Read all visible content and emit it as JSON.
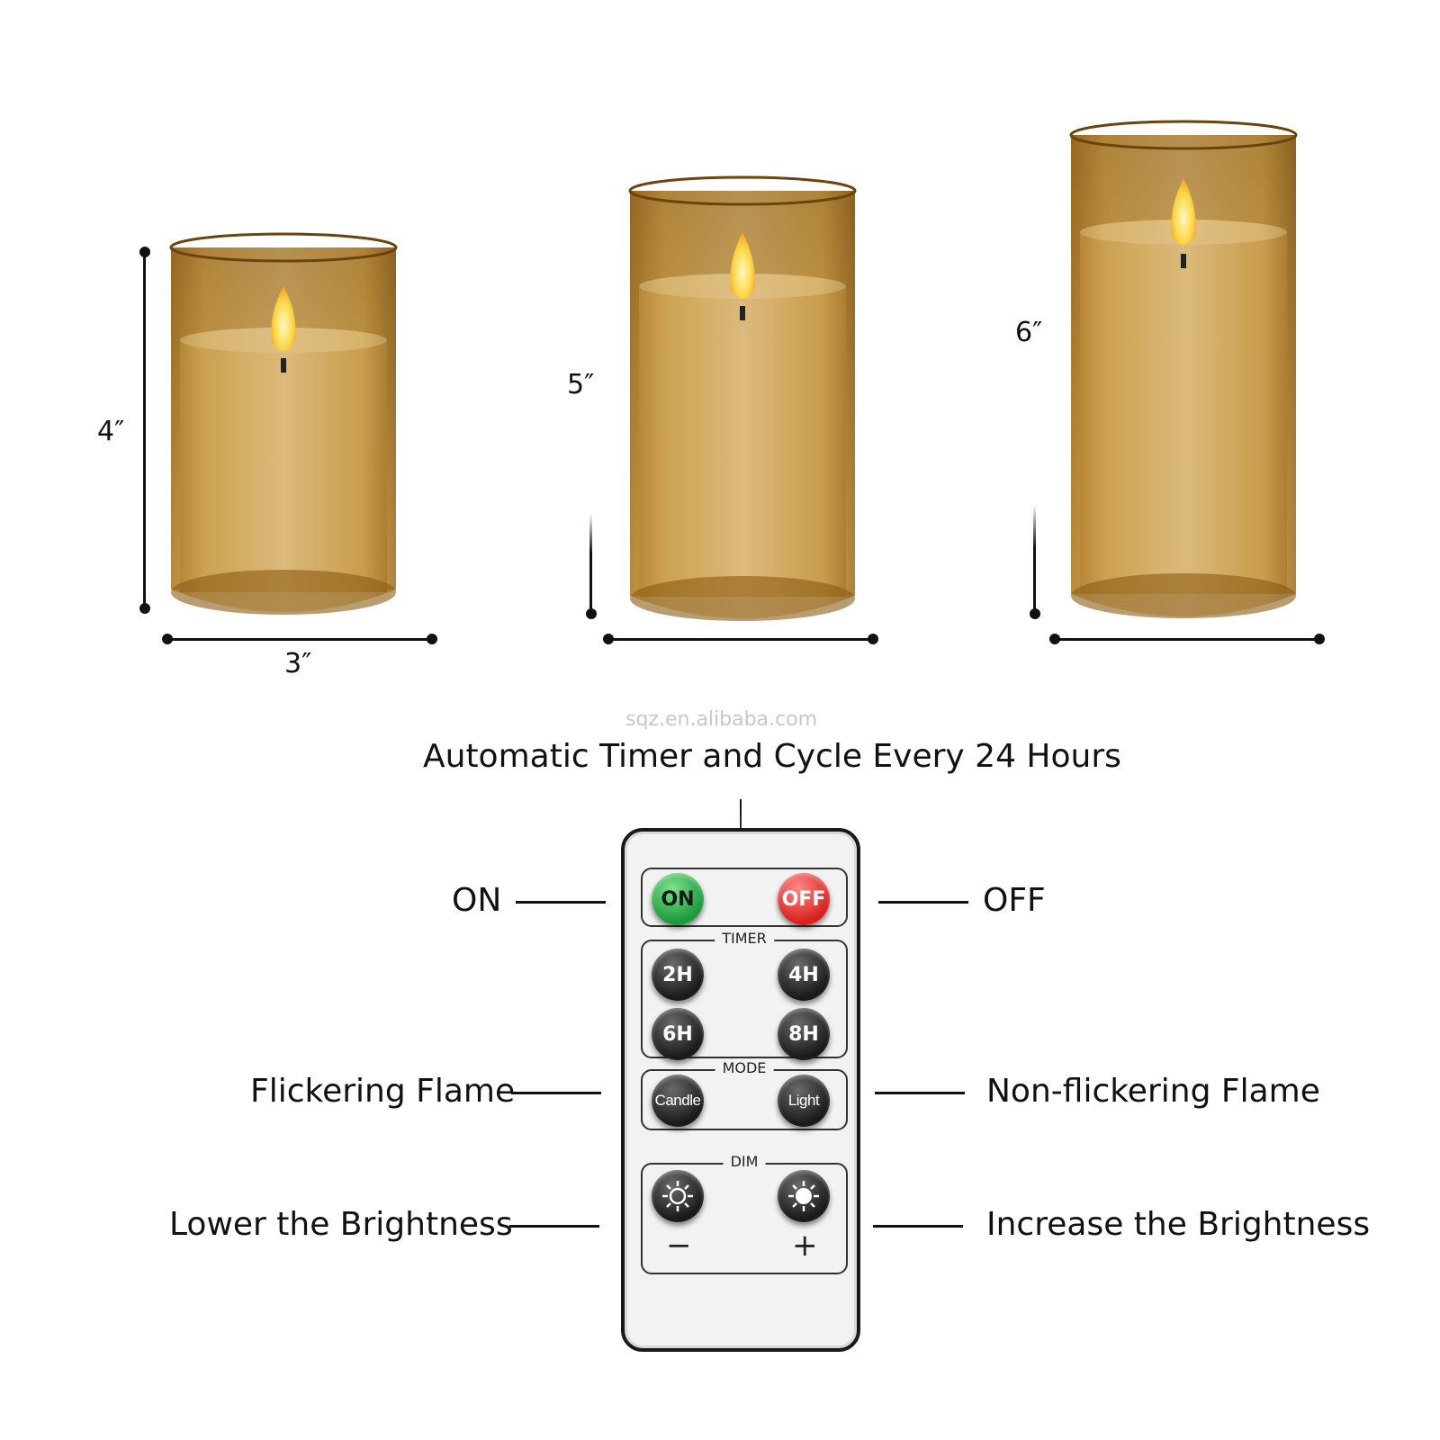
{
  "candles": [
    {
      "height_label": "4″",
      "width_label": "3″"
    },
    {
      "height_label": "5″"
    },
    {
      "height_label": "6″"
    }
  ],
  "watermark": "sqz.en.alibaba.com",
  "headline": "Automatic Timer and Cycle Every 24 Hours",
  "callouts": {
    "on": "ON",
    "off": "OFF",
    "flickering": "Flickering Flame",
    "non_flickering": "Non-flickering Flame",
    "lower": "Lower the Brightness",
    "increase": "Increase the Brightness"
  },
  "remote": {
    "on_label": "ON",
    "off_label": "OFF",
    "timer_title": "TIMER",
    "timer_buttons": [
      "2H",
      "4H",
      "6H",
      "8H"
    ],
    "mode_title": "MODE",
    "mode_buttons": [
      "Candle",
      "Light"
    ],
    "dim_title": "DIM",
    "minus": "−",
    "plus": "+"
  },
  "colors": {
    "glass": "#c48a1e",
    "wax": "#d6b47a",
    "flame": "#ffd84a",
    "on_button": "#1c9a3a",
    "off_button": "#d8201e"
  }
}
